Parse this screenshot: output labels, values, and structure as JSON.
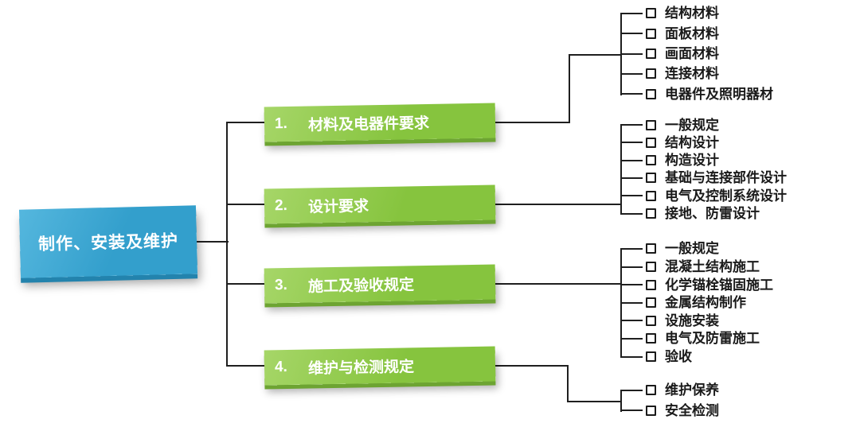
{
  "root": {
    "label": "制作、安装及维护"
  },
  "branches": [
    {
      "num": "1.",
      "label": "材料及电器件要求",
      "children": [
        "结构材料",
        "面板材料",
        "画面材料",
        "连接材料",
        "电器件及照明器材"
      ]
    },
    {
      "num": "2.",
      "label": "设计要求",
      "children": [
        "一般规定",
        "结构设计",
        "构造设计",
        "基础与连接部件设计",
        "电气及控制系统设计",
        "接地、防雷设计"
      ]
    },
    {
      "num": "3.",
      "label": "施工及验收规定",
      "children": [
        "一般规定",
        "混凝土结构施工",
        "化学锚栓锚固施工",
        "金属结构制作",
        "设施安装",
        "电气及防雷施工",
        "验收"
      ]
    },
    {
      "num": "4.",
      "label": "维护与检测规定",
      "children": [
        "维护保养",
        "安全检测"
      ]
    }
  ],
  "icons": {
    "bullet": "checkbox-outline-icon"
  },
  "colors": {
    "line": "#1f1f1f",
    "ink": "#1a1a1a",
    "green-a": "#a6d668",
    "green-b": "#86c43e",
    "green-edge": "#6da432",
    "blue-a": "#55b7de",
    "blue-b": "#339fcc",
    "blue-edge": "#2383ad"
  }
}
